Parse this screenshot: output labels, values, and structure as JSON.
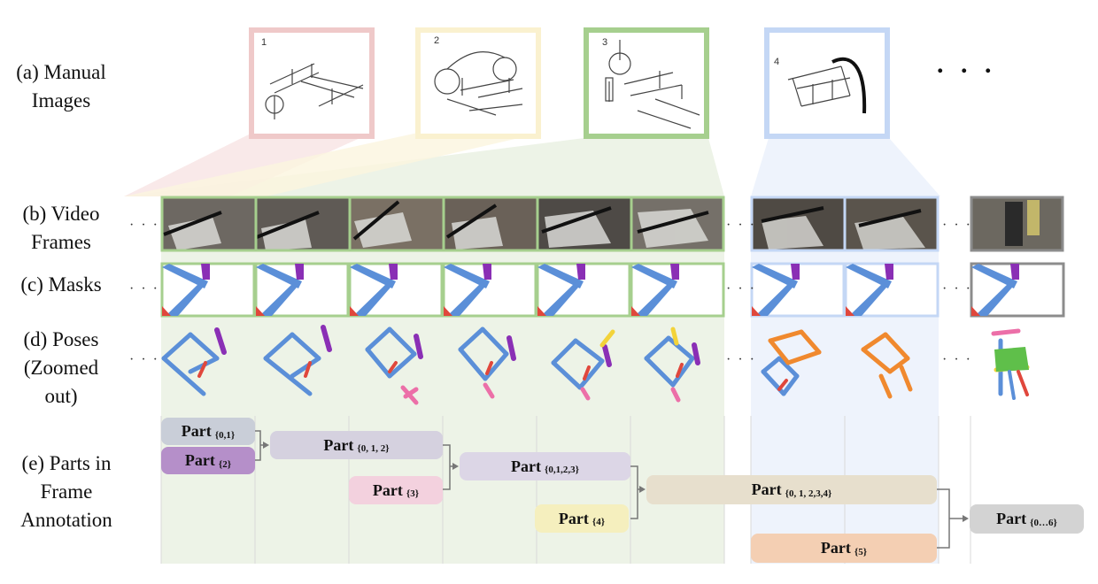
{
  "labels": {
    "manual": "(a) Manual\nImages",
    "video": "(b) Video\nFrames",
    "masks": "(c) Masks",
    "poses": "(d) Poses\n(Zoomed\nout)",
    "parts": "(e) Parts in\nFrame\nAnnotation"
  },
  "ellipsis": {
    "small": "· · ·",
    "large": ". . ."
  },
  "manual_pages": [
    "1",
    "2",
    "3",
    "4"
  ],
  "parts": [
    {
      "name": "Part",
      "sub": "{0,1}"
    },
    {
      "name": "Part",
      "sub": "{2}"
    },
    {
      "name": "Part",
      "sub": "{0, 1, 2}"
    },
    {
      "name": "Part",
      "sub": "{3}"
    },
    {
      "name": "Part",
      "sub": "{0,1,2,3}"
    },
    {
      "name": "Part",
      "sub": "{4}"
    },
    {
      "name": "Part",
      "sub": "{0, 1, 2,3,4}"
    },
    {
      "name": "Part",
      "sub": "{5}"
    },
    {
      "name": "Part",
      "sub": "{0…6}"
    }
  ],
  "colors": {
    "green_region": "#edf3e7",
    "blue_region": "#eef3fc",
    "frame_red": "#efc9c9",
    "frame_yellow": "#faf1cf",
    "frame_green": "#a6cf8e",
    "frame_blue": "#c4d7f5",
    "frame_gray": "#8c8c8c",
    "mask_blue": "#5b8fd8",
    "mask_purple": "#8a2fb5",
    "mask_red": "#e0473c",
    "pink": "#ec6fa8",
    "yellow": "#f3d33a",
    "orange": "#f0892e",
    "green": "#5fbf4a"
  },
  "pill_colors": [
    "#c9ced8",
    "#b58fc9",
    "#d5d1df",
    "#f3d1de",
    "#dcd6e6",
    "#f5efbe",
    "#e7dfcd",
    "#f4cfb3",
    "#d3d3d3"
  ]
}
